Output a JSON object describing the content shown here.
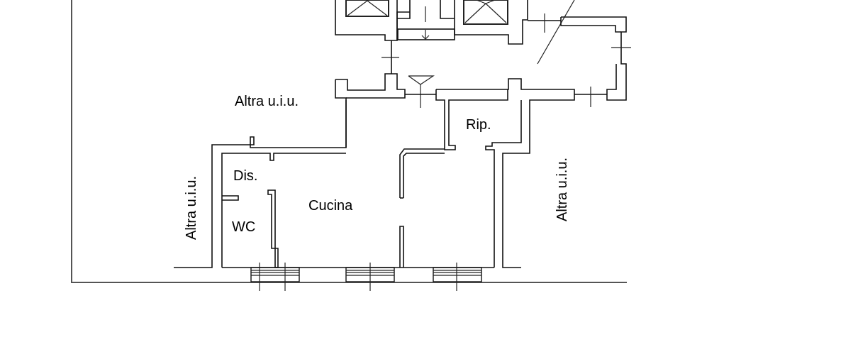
{
  "diagram": {
    "type": "floor-plan",
    "line_color": "#111111",
    "frame_color": "#555555",
    "background": "#ffffff"
  },
  "rooms": {
    "cucina": "Cucina",
    "rip": "Rip.",
    "dis": "Dis.",
    "wc": "WC"
  },
  "neighbors": {
    "top": "Altra u.i.u.",
    "left": "Altra u.i.u.",
    "right": "Altra u.i.u."
  },
  "symbols": {
    "elevator_count": 2,
    "windows_count": 3,
    "stairs_arrow": "down",
    "level_marker": "triangle"
  }
}
